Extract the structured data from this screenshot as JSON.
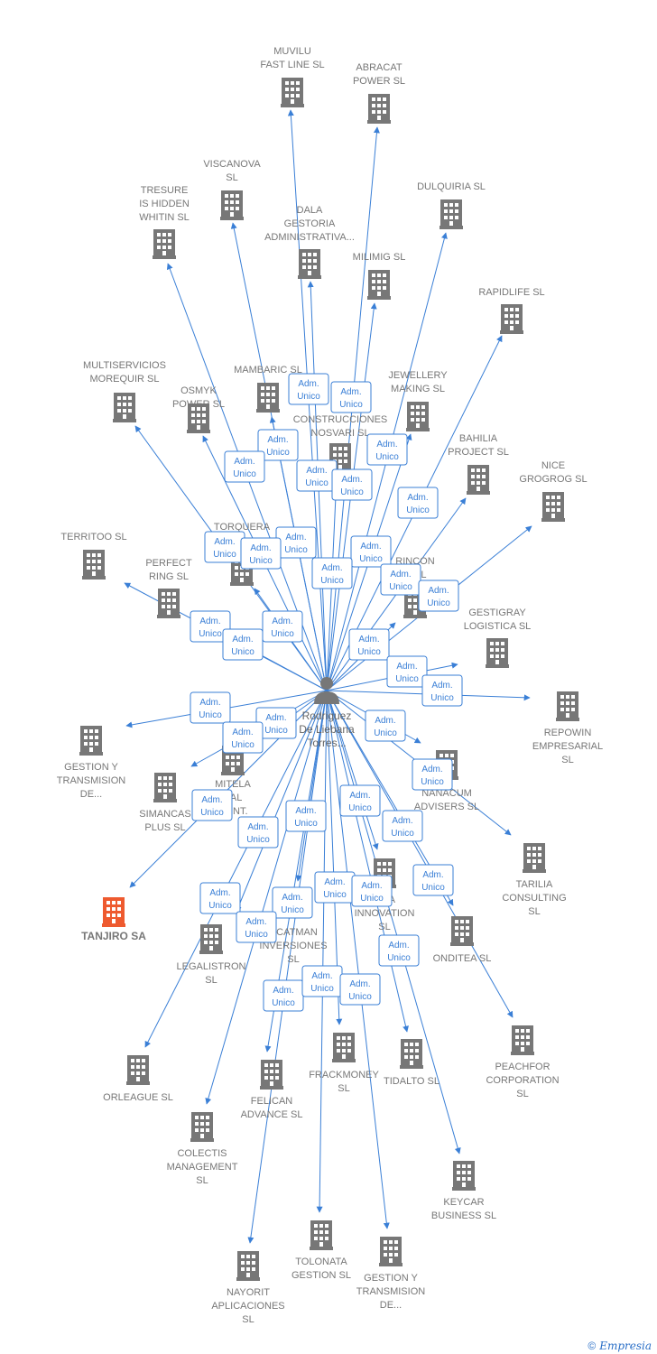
{
  "center": {
    "label": [
      "Rodriguez",
      "De Liebana",
      "Torres..."
    ]
  },
  "badge_text": [
    "Adm.",
    "Unico"
  ],
  "footer": {
    "copyright": "©",
    "brand": "Empresia"
  },
  "colors": {
    "edge": "#3a7fd6",
    "building": "#777777",
    "highlight": "#ee5a2f",
    "person": "#777777"
  },
  "companies": [
    {
      "label": [
        "MUVILU",
        "FAST LINE  SL"
      ]
    },
    {
      "label": [
        "ABRACAT",
        "POWER  SL"
      ]
    },
    {
      "label": [
        "VISCANOVA",
        "SL"
      ]
    },
    {
      "label": [
        "TRESURE",
        "IS HIDDEN",
        "WHITIN  SL"
      ]
    },
    {
      "label": [
        "DALA",
        "GESTORIA",
        "ADMINISTRATIVA..."
      ]
    },
    {
      "label": [
        "DULQUIRIA  SL"
      ]
    },
    {
      "label": [
        "MILIMIG  SL"
      ]
    },
    {
      "label": [
        "RAPIDLIFE  SL"
      ]
    },
    {
      "label": [
        "MULTISERVICIOS",
        "MOREQUIR  SL"
      ]
    },
    {
      "label": [
        "OSMYK",
        "POWER  SL"
      ]
    },
    {
      "label": [
        "MAMBARIC  SL"
      ]
    },
    {
      "label": [
        "JEWELLERY",
        "MAKING  SL"
      ]
    },
    {
      "label": [
        "CONSTRUCCIONES",
        "NOSVARI SL"
      ]
    },
    {
      "label": [
        "BAHILIA",
        "PROJECT  SL"
      ]
    },
    {
      "label": [
        "NICE",
        "GROGROG  SL"
      ]
    },
    {
      "label": [
        "TERRITOO  SL"
      ]
    },
    {
      "label": [
        "TORQUERA"
      ]
    },
    {
      "label": [
        "PERFECT",
        "RING  SL"
      ]
    },
    {
      "label": [
        "RINCON",
        "O SL"
      ]
    },
    {
      "label": [
        "GESTIGRAY",
        "LOGISTICA  SL"
      ]
    },
    {
      "label": [
        "REPOWIN",
        "EMPRESARIAL",
        "SL"
      ]
    },
    {
      "label": [
        "GESTION Y",
        "TRANSMISION",
        "DE..."
      ]
    },
    {
      "label": [
        "MITELA",
        "BAL",
        "MENT."
      ]
    },
    {
      "label": [
        "SIMANCAS",
        "PLUS  SL"
      ]
    },
    {
      "label": [
        "NANACUM",
        "ADVISERS  SL"
      ]
    },
    {
      "label": [
        "TARILIA",
        "CONSULTING",
        "SL"
      ]
    },
    {
      "label": [
        "TANJIRO SA"
      ],
      "highlight": true
    },
    {
      "label": [
        "LEGALISTRON",
        "SL"
      ]
    },
    {
      "label": [
        "HCATMAN",
        "INVERSIONES",
        "SL"
      ]
    },
    {
      "label": [
        "ALIA",
        "INNOVATION",
        "SL"
      ]
    },
    {
      "label": [
        "ONDITEA  SL"
      ]
    },
    {
      "label": [
        "PEACHFOR",
        "CORPORATION",
        "SL"
      ]
    },
    {
      "label": [
        "ORLEAGUE  SL"
      ]
    },
    {
      "label": [
        "FELICAN",
        "ADVANCE  SL"
      ]
    },
    {
      "label": [
        "FRACKMONEY",
        "SL"
      ]
    },
    {
      "label": [
        "TIDALTO  SL"
      ]
    },
    {
      "label": [
        "COLECTIS",
        "MANAGEMENT",
        "SL"
      ]
    },
    {
      "label": [
        "KEYCAR",
        "BUSINESS  SL"
      ]
    },
    {
      "label": [
        "TOLONATA",
        "GESTION  SL"
      ]
    },
    {
      "label": [
        "GESTION Y",
        "TRANSMISION",
        "DE..."
      ]
    },
    {
      "label": [
        "NAYORIT",
        "APLICACIONES",
        "SL"
      ]
    }
  ]
}
